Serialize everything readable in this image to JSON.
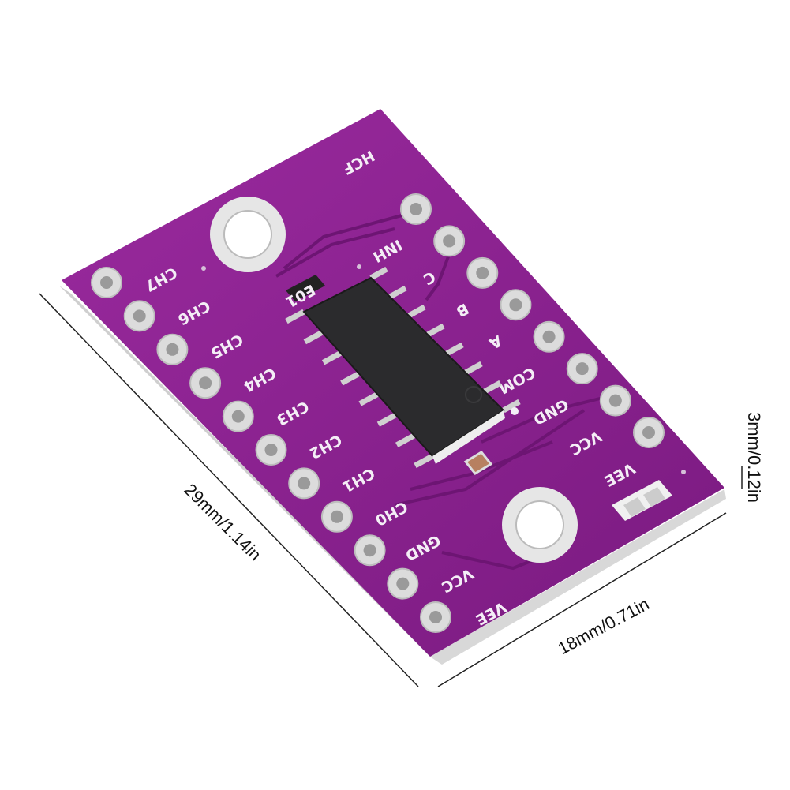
{
  "board": {
    "brand_mark": "HCF",
    "capacitor_marking": "E01",
    "left_pins": [
      "CH7",
      "CH6",
      "CH5",
      "CH4",
      "CH3",
      "CH2",
      "CH1",
      "CH0",
      "GND",
      "VCC",
      "VEE"
    ],
    "right_pins": [
      "INH",
      "C",
      "B",
      "A",
      "COM",
      "GND",
      "VCC",
      "VEE"
    ],
    "colors": {
      "pcb": "#8a1f8c",
      "pcb_dark": "#6a1470",
      "chip": "#2b2b2d",
      "pad": "#d9d9d9",
      "background": "#ffffff"
    }
  },
  "dimensions": {
    "length": "29mm/1.14in",
    "width": "18mm/0.71in",
    "thickness": "3mm/0.12in"
  }
}
